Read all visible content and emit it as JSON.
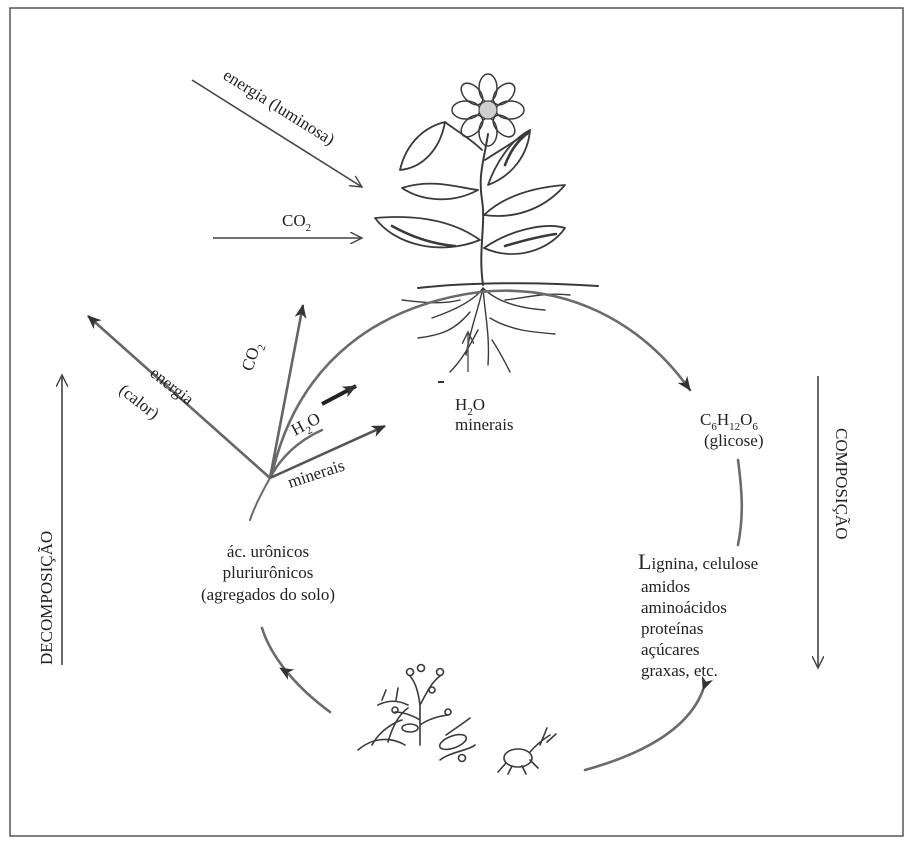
{
  "inputs": {
    "light_energy": "energia (luminosa)",
    "co2_base": "CO",
    "co2_sub": "2"
  },
  "plant_uptake": {
    "h2o_base": "H",
    "h2o_sub": "2",
    "h2o_o": "O",
    "minerals": "minerais"
  },
  "glucose": {
    "c": "C",
    "c_sub": "6",
    "h": "H",
    "h_sub": "12",
    "o": "O",
    "o_sub": "6",
    "name": "(glicose)"
  },
  "composition_label": "COMPOSIÇÃO",
  "decomposition_label": "DECOMPOSIÇÃO",
  "compounds": {
    "first_initial": "L",
    "first_rest": "ignina, celulose",
    "items": [
      "amidos",
      "aminoácidos",
      "proteínas",
      "açúcares",
      "graxas, etc."
    ]
  },
  "soil_acids": [
    "ác. urônicos",
    "pluriurônicos",
    "(agregados do solo)"
  ],
  "release": {
    "energy_line1": "energia",
    "energy_line2": "(calor)",
    "co2_base": "CO",
    "co2_sub": "2",
    "h2o_base": "H",
    "h2o_sub": "2",
    "h2o_o": "O",
    "minerals": "minerais"
  }
}
